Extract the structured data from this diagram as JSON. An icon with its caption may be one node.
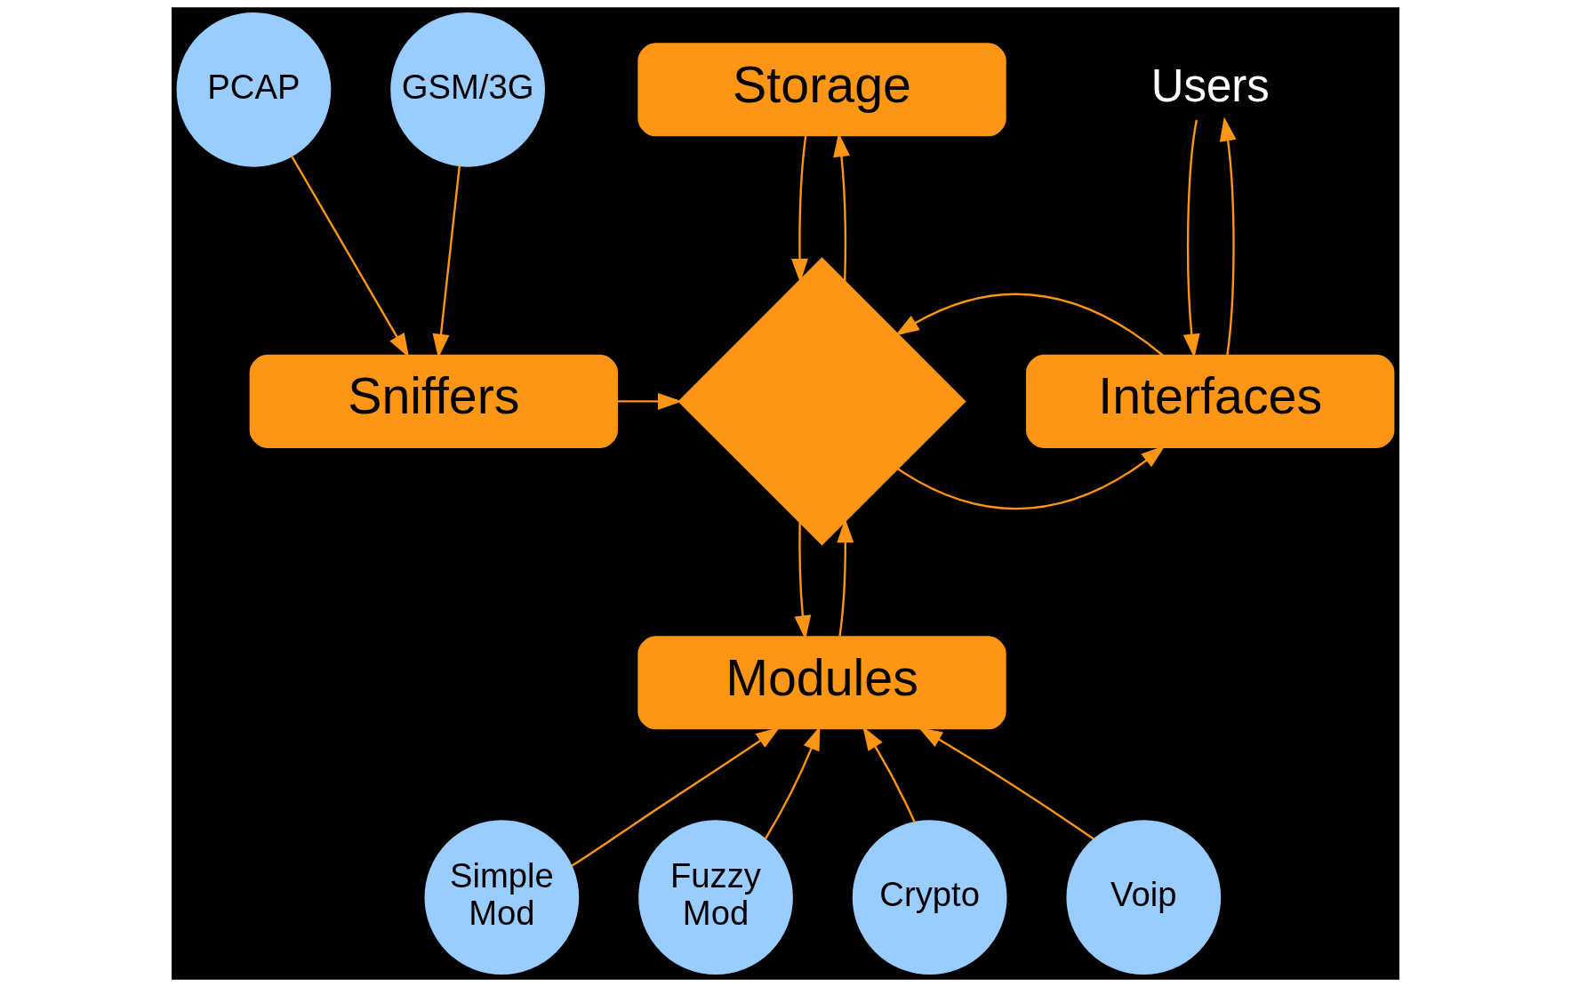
{
  "diagram": {
    "nodes": [
      {
        "text": [
          "Storage"
        ]
      },
      {
        "text": [
          "PCAP"
        ]
      },
      {
        "text": [
          "GSM/3G"
        ]
      },
      {
        "text": [
          "Users"
        ]
      },
      {
        "text": [
          "Sniffers"
        ]
      },
      {
        "text": [],
        "shape": "diamond"
      },
      {
        "text": [
          "Interfaces"
        ]
      },
      {
        "text": [
          "Modules"
        ]
      },
      {
        "text": [
          "Simple Mod"
        ]
      },
      {
        "text": [
          "Fuzzy Mod"
        ]
      },
      {
        "text": [
          "Crypto"
        ]
      },
      {
        "text": [
          "Voip"
        ]
      }
    ],
    "edges": [
      {
        "from": 1,
        "to": 4,
        "arrow": "to"
      },
      {
        "from": 2,
        "to": 4,
        "arrow": "to"
      },
      {
        "from": 0,
        "to": 5,
        "arrow": "to"
      },
      {
        "from": 5,
        "to": 0,
        "arrow": "to"
      },
      {
        "from": 3,
        "to": 6,
        "arrow": "to"
      },
      {
        "from": 6,
        "to": 3,
        "arrow": "to"
      },
      {
        "from": 4,
        "to": 5,
        "arrow": "to"
      },
      {
        "from": 5,
        "to": 6,
        "arrow": "to"
      },
      {
        "from": 6,
        "to": 5,
        "arrow": "to"
      },
      {
        "from": 5,
        "to": 7,
        "arrow": "to"
      },
      {
        "from": 7,
        "to": 5,
        "arrow": "to"
      },
      {
        "from": 8,
        "to": 7,
        "arrow": "to"
      },
      {
        "from": 9,
        "to": 7,
        "arrow": "to"
      },
      {
        "from": 10,
        "to": 7,
        "arrow": "to"
      },
      {
        "from": 11,
        "to": 7,
        "arrow": "to"
      }
    ]
  }
}
